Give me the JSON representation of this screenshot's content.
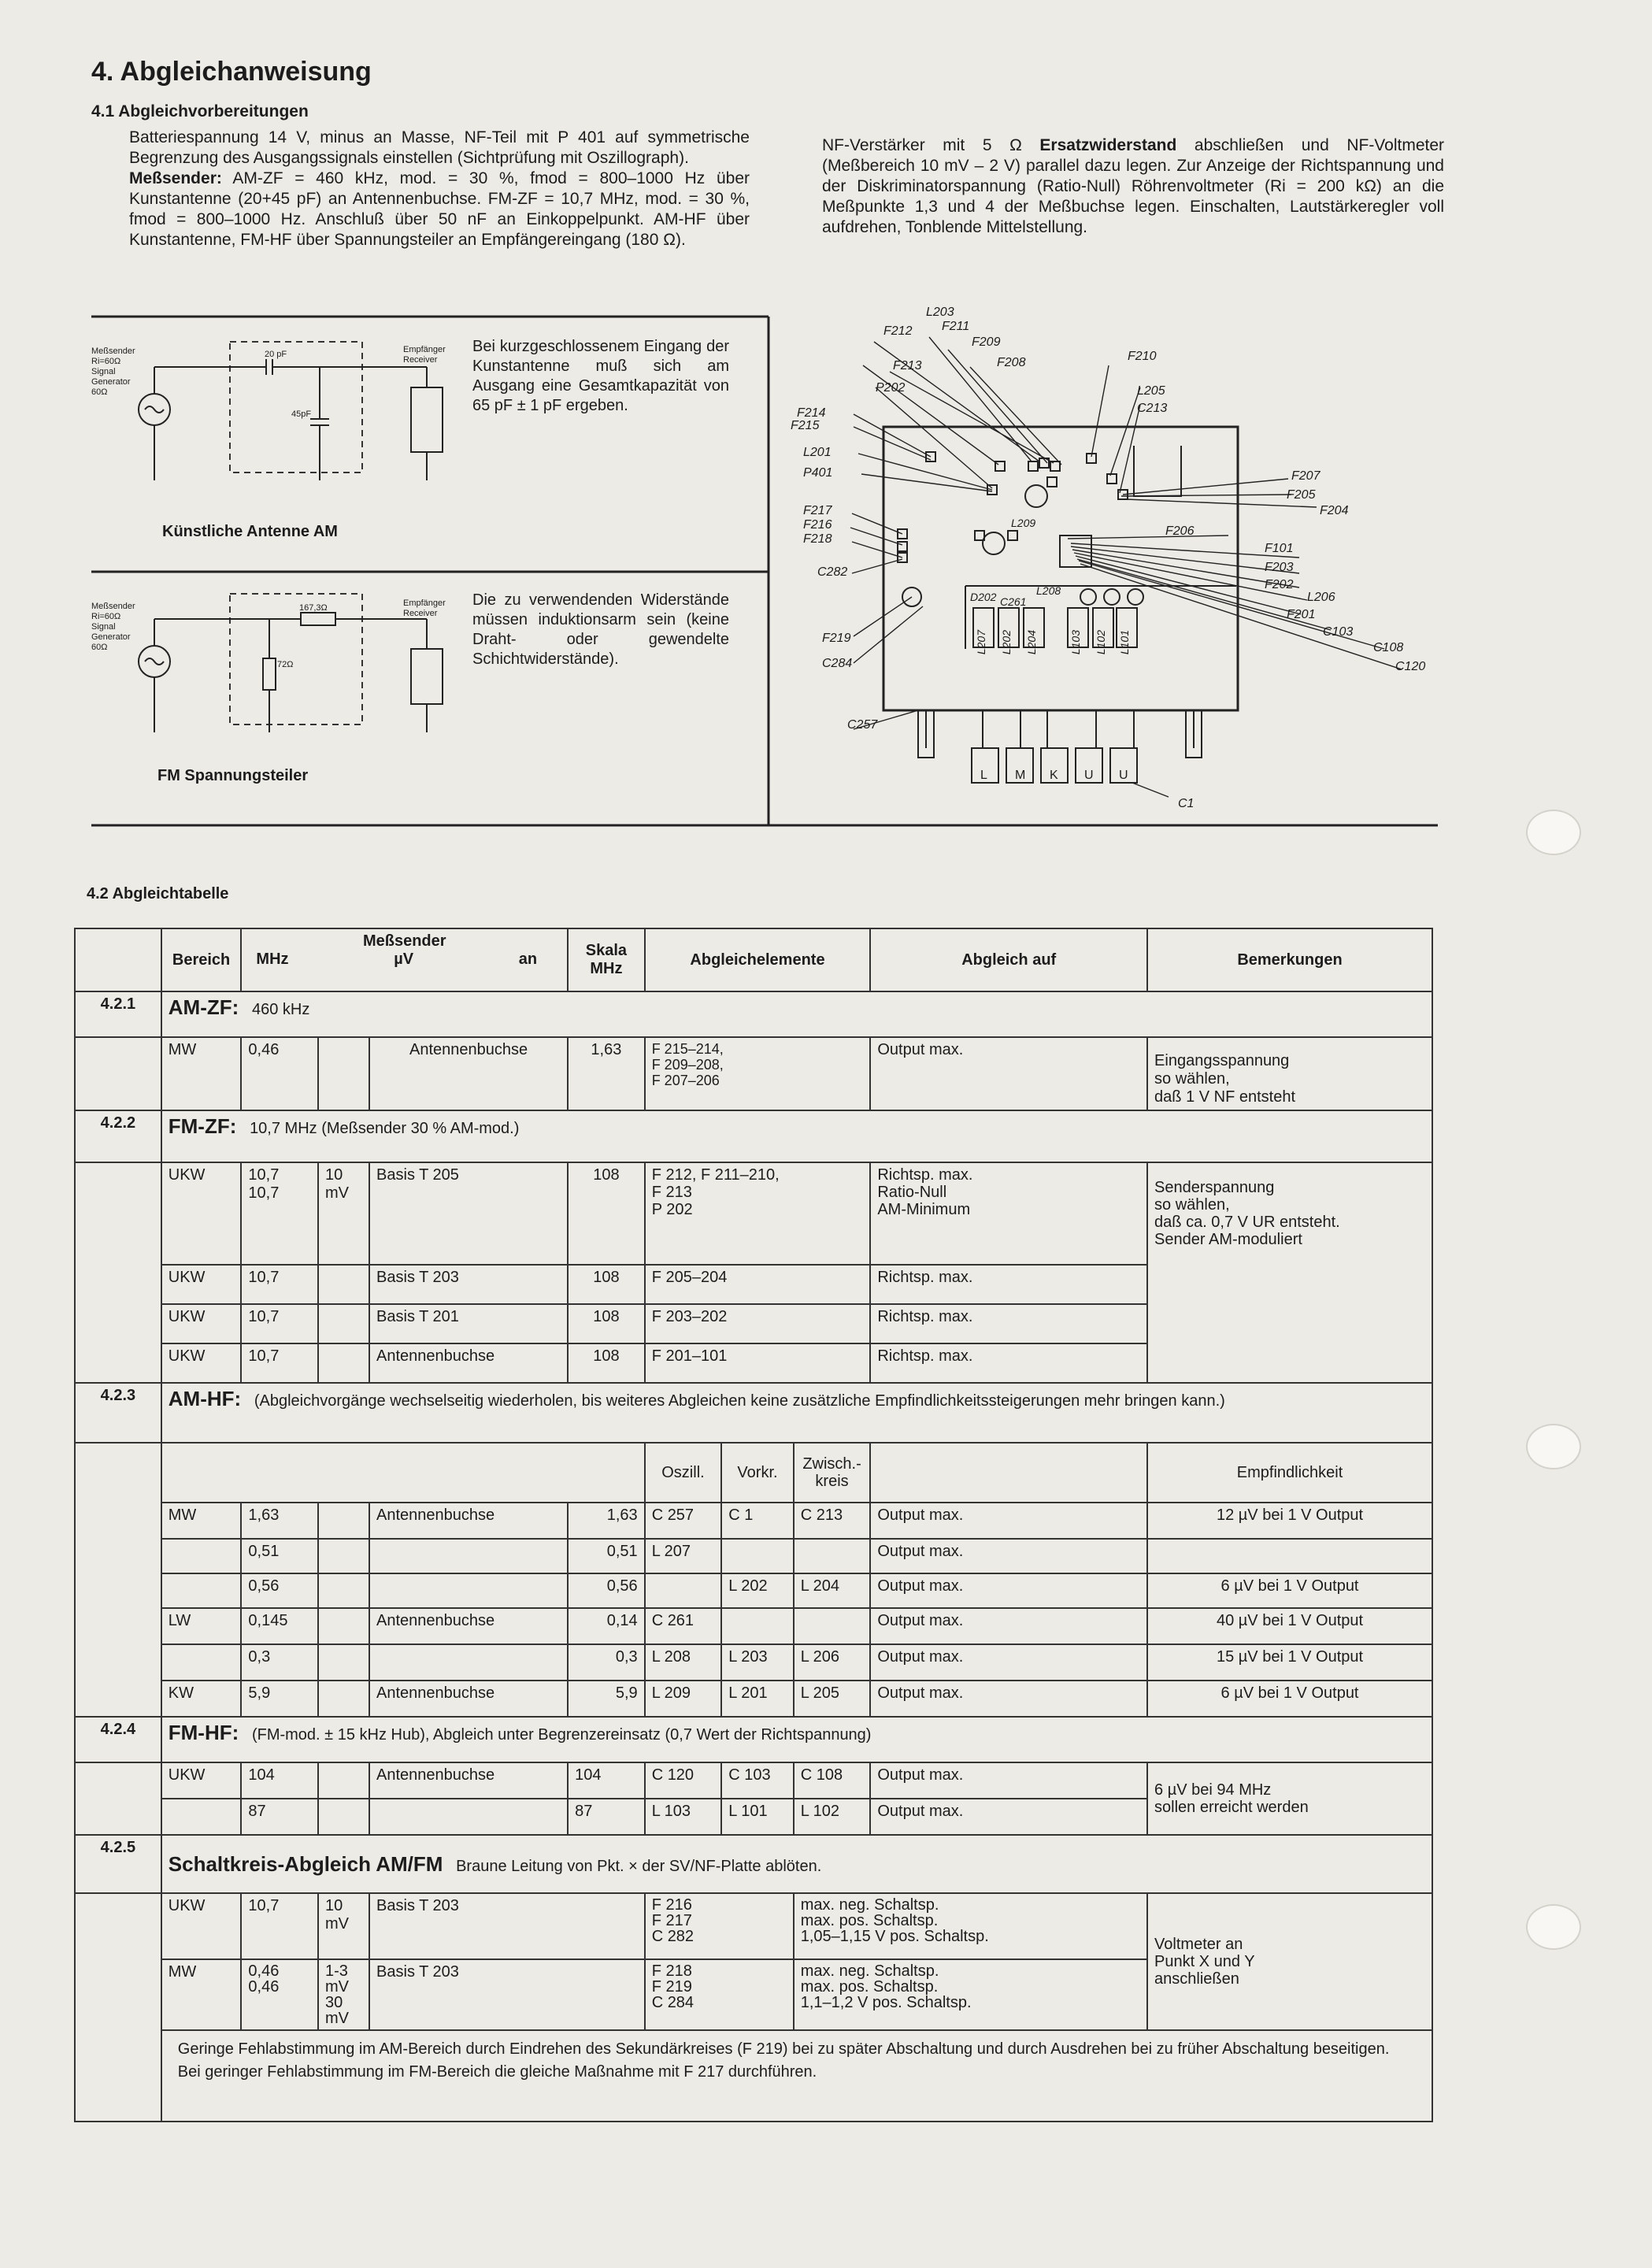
{
  "title": "4. Abgleichanweisung",
  "sec41": {
    "heading": "4.1 Abgleichvorbereitungen",
    "left_p1": "Batteriespannung 14 V, minus an Masse, NF-Teil mit P 401 auf symmetrische Begrenzung des Ausgangssignals einstellen (Sichtprüfung mit Oszillograph).",
    "left_p2_bold": "Meßsender:",
    "left_p2": "AM-ZF = 460 kHz, mod. = 30 %, fmod = 800–1000 Hz über Kunstantenne (20+45 pF) an Antennenbuchse. FM-ZF = 10,7 MHz, mod. = 30 %, fmod = 800–1000 Hz. Anschluß über 50 nF an Einkoppelpunkt. AM-HF über Kunstantenne, FM-HF über Spannungsteiler an Empfängereingang (180 Ω).",
    "right_p1a": "NF-Verstärker mit 5 Ω",
    "right_p1b": "Ersatzwiderstand",
    "right_p1c": "abschließen und NF-Voltmeter (Meßbereich 10 mV – 2 V) parallel dazu legen. Zur Anzeige der Richtspannung und der Diskriminatorspannung (Ratio-Null) Röhrenvoltmeter (Ri = 200 kΩ) an die Meßpunkte 1,3 und 4 der Meßbuchse legen. Einschalten, Lautstärkeregler voll aufdrehen, Tonblende Mittelstellung."
  },
  "diagram_am": {
    "gen_label": "Meßsender Ri=60Ω Signal Generator 60Ω",
    "cap1": "20 pF",
    "cap2": "45pF",
    "recv": "Empfänger Receiver",
    "text": "Bei kurzgeschlossenem Eingang der Kunstantenne muß sich am Ausgang eine Gesamtkapazität von 65 pF ± 1 pF ergeben.",
    "caption": "Künstliche Antenne AM"
  },
  "diagram_fm": {
    "gen_label": "Meßsender Ri=60Ω Signal Generator 60Ω",
    "r1": "167,3Ω",
    "r2": "72Ω",
    "recv": "Empfänger Receiver",
    "text": "Die zu verwendenden Widerstände müssen induktionsarm sein (keine Draht- oder gewendelte Schichtwiderstände).",
    "caption": "FM Spannungsteiler"
  },
  "board": {
    "labels_left": [
      "L203",
      "F211",
      "F212",
      "F209",
      "F213",
      "F208",
      "P202",
      "F214",
      "F215",
      "L201",
      "P401",
      "F217",
      "F216",
      "F218",
      "C282",
      "F219",
      "C284",
      "C257"
    ],
    "labels_right": [
      "F210",
      "L205",
      "C213",
      "F207",
      "F205",
      "F204",
      "F206",
      "F101",
      "F203",
      "F202",
      "L206",
      "F201",
      "C103",
      "C108",
      "C120",
      "C1"
    ],
    "coils": [
      "L207",
      "L202",
      "L204",
      "L103",
      "L102",
      "L101"
    ],
    "inner": [
      "L209",
      "D202",
      "C261",
      "L208"
    ],
    "buttons": [
      "L",
      "M",
      "K",
      "U",
      "U"
    ]
  },
  "sec42": {
    "heading": "4.2 Abgleichtabelle",
    "headers": {
      "bereich": "Bereich",
      "messsender": "Meßsender",
      "mhz": "MHz",
      "uv": "µV",
      "an": "an",
      "skala": "Skala MHz",
      "elemente": "Abgleichelemente",
      "auf": "Abgleich auf",
      "bemerk": "Bemerkungen"
    },
    "s421": {
      "num": "4.2.1",
      "title": "AM-ZF:",
      "note": "460 kHz",
      "rows": [
        [
          "MW",
          "0,46",
          "",
          "Antennenbuchse",
          "1,63",
          "F 215–214,\nF 209–208,\nF 207–206",
          "Output max.",
          "Eingangsspannung\nso wählen,\ndaß 1 V NF entsteht"
        ]
      ]
    },
    "s422": {
      "num": "4.2.2",
      "title": "FM-ZF:",
      "note": "10,7 MHz (Meßsender 30 % AM-mod.)",
      "rows": [
        [
          "UKW",
          "10,7\n10,7",
          "10 mV",
          "Basis T 205",
          "108",
          "F 212, F 211–210,\nF 213\nP 202",
          "Richtsp. max.\nRatio-Null\nAM-Minimum"
        ],
        [
          "UKW",
          "10,7",
          "",
          "Basis T 203",
          "108",
          "F 205–204",
          "Richtsp. max."
        ],
        [
          "UKW",
          "10,7",
          "",
          "Basis T 201",
          "108",
          "F 203–202",
          "Richtsp. max."
        ],
        [
          "UKW",
          "10,7",
          "",
          "Antennenbuchse",
          "108",
          "F 201–101",
          "Richtsp. max."
        ]
      ],
      "remark": "Senderspannung\nso wählen,\ndaß ca. 0,7 V UR entsteht.\nSender AM-moduliert"
    },
    "s423": {
      "num": "4.2.3",
      "title": "AM-HF:",
      "note": "(Abgleichvorgänge wechselseitig wiederholen, bis weiteres Abgleichen keine zusätzliche Empfindlichkeitssteigerungen mehr bringen kann.)",
      "sub": [
        "Oszill.",
        "Vorkr.",
        "Zwisch.-\nkreis",
        "Empfindlichkeit"
      ],
      "rows": [
        [
          "MW",
          "1,63",
          "",
          "Antennenbuchse",
          "1,63",
          "C 257",
          "C 1",
          "C 213",
          "Output max.",
          "12 µV bei 1 V Output"
        ],
        [
          "",
          "0,51",
          "",
          "",
          "0,51",
          "L 207",
          "",
          "",
          "Output max.",
          ""
        ],
        [
          "",
          "0,56",
          "",
          "",
          "0,56",
          "",
          "L 202",
          "L 204",
          "Output max.",
          "6 µV bei 1 V Output"
        ],
        [
          "LW",
          "0,145",
          "",
          "Antennenbuchse",
          "0,14",
          "C 261",
          "",
          "",
          "Output max.",
          "40 µV bei 1 V Output"
        ],
        [
          "",
          "0,3",
          "",
          "",
          "0,3",
          "L 208",
          "L 203",
          "L 206",
          "Output max.",
          "15 µV bei 1 V Output"
        ],
        [
          "KW",
          "5,9",
          "",
          "Antennenbuchse",
          "5,9",
          "L 209",
          "L 201",
          "L 205",
          "Output max.",
          "6 µV bei 1 V Output"
        ]
      ]
    },
    "s424": {
      "num": "4.2.4",
      "title": "FM-HF:",
      "note": "(FM-mod. ± 15 kHz Hub), Abgleich unter Begrenzereinsatz (0,7 Wert der Richtspannung)",
      "rows": [
        [
          "UKW",
          "104",
          "",
          "Antennenbuchse",
          "104",
          "C 120",
          "C 103",
          "C 108",
          "Output max."
        ],
        [
          "",
          "87",
          "",
          "",
          "87",
          "L 103",
          "L 101",
          "L 102",
          "Output max."
        ]
      ],
      "remark": "6 µV bei 94 MHz\nsollen erreicht werden"
    },
    "s425": {
      "num": "4.2.5",
      "title": "Schaltkreis-Abgleich AM/FM",
      "note": "Braune Leitung von Pkt. × der SV/NF-Platte ablöten.",
      "rows": [
        [
          "UKW",
          "10,7",
          "10 mV",
          "Basis T 203",
          "",
          "F 216\nF 217\nC 282",
          "max. neg. Schaltsp.\nmax. pos. Schaltsp.\n1,05–1,15 V pos. Schaltsp."
        ],
        [
          "MW",
          "0,46\n0,46",
          "1-3 mV\n30 mV",
          "Basis T 203",
          "",
          "F 218\nF 219\nC 284",
          "max. neg. Schaltsp.\nmax. pos. Schaltsp.\n1,1–1,2 V pos. Schaltsp."
        ]
      ],
      "remark": "Voltmeter an\nPunkt X und Y\nanschließen",
      "foot1": "Geringe Fehlabstimmung im AM-Bereich durch Eindrehen des Sekundärkreises (F 219) bei zu später Abschaltung und durch Ausdrehen bei zu früher Abschaltung beseitigen.",
      "foot2": "Bei geringer Fehlabstimmung im FM-Bereich die gleiche Maßnahme mit F 217 durchführen."
    }
  }
}
